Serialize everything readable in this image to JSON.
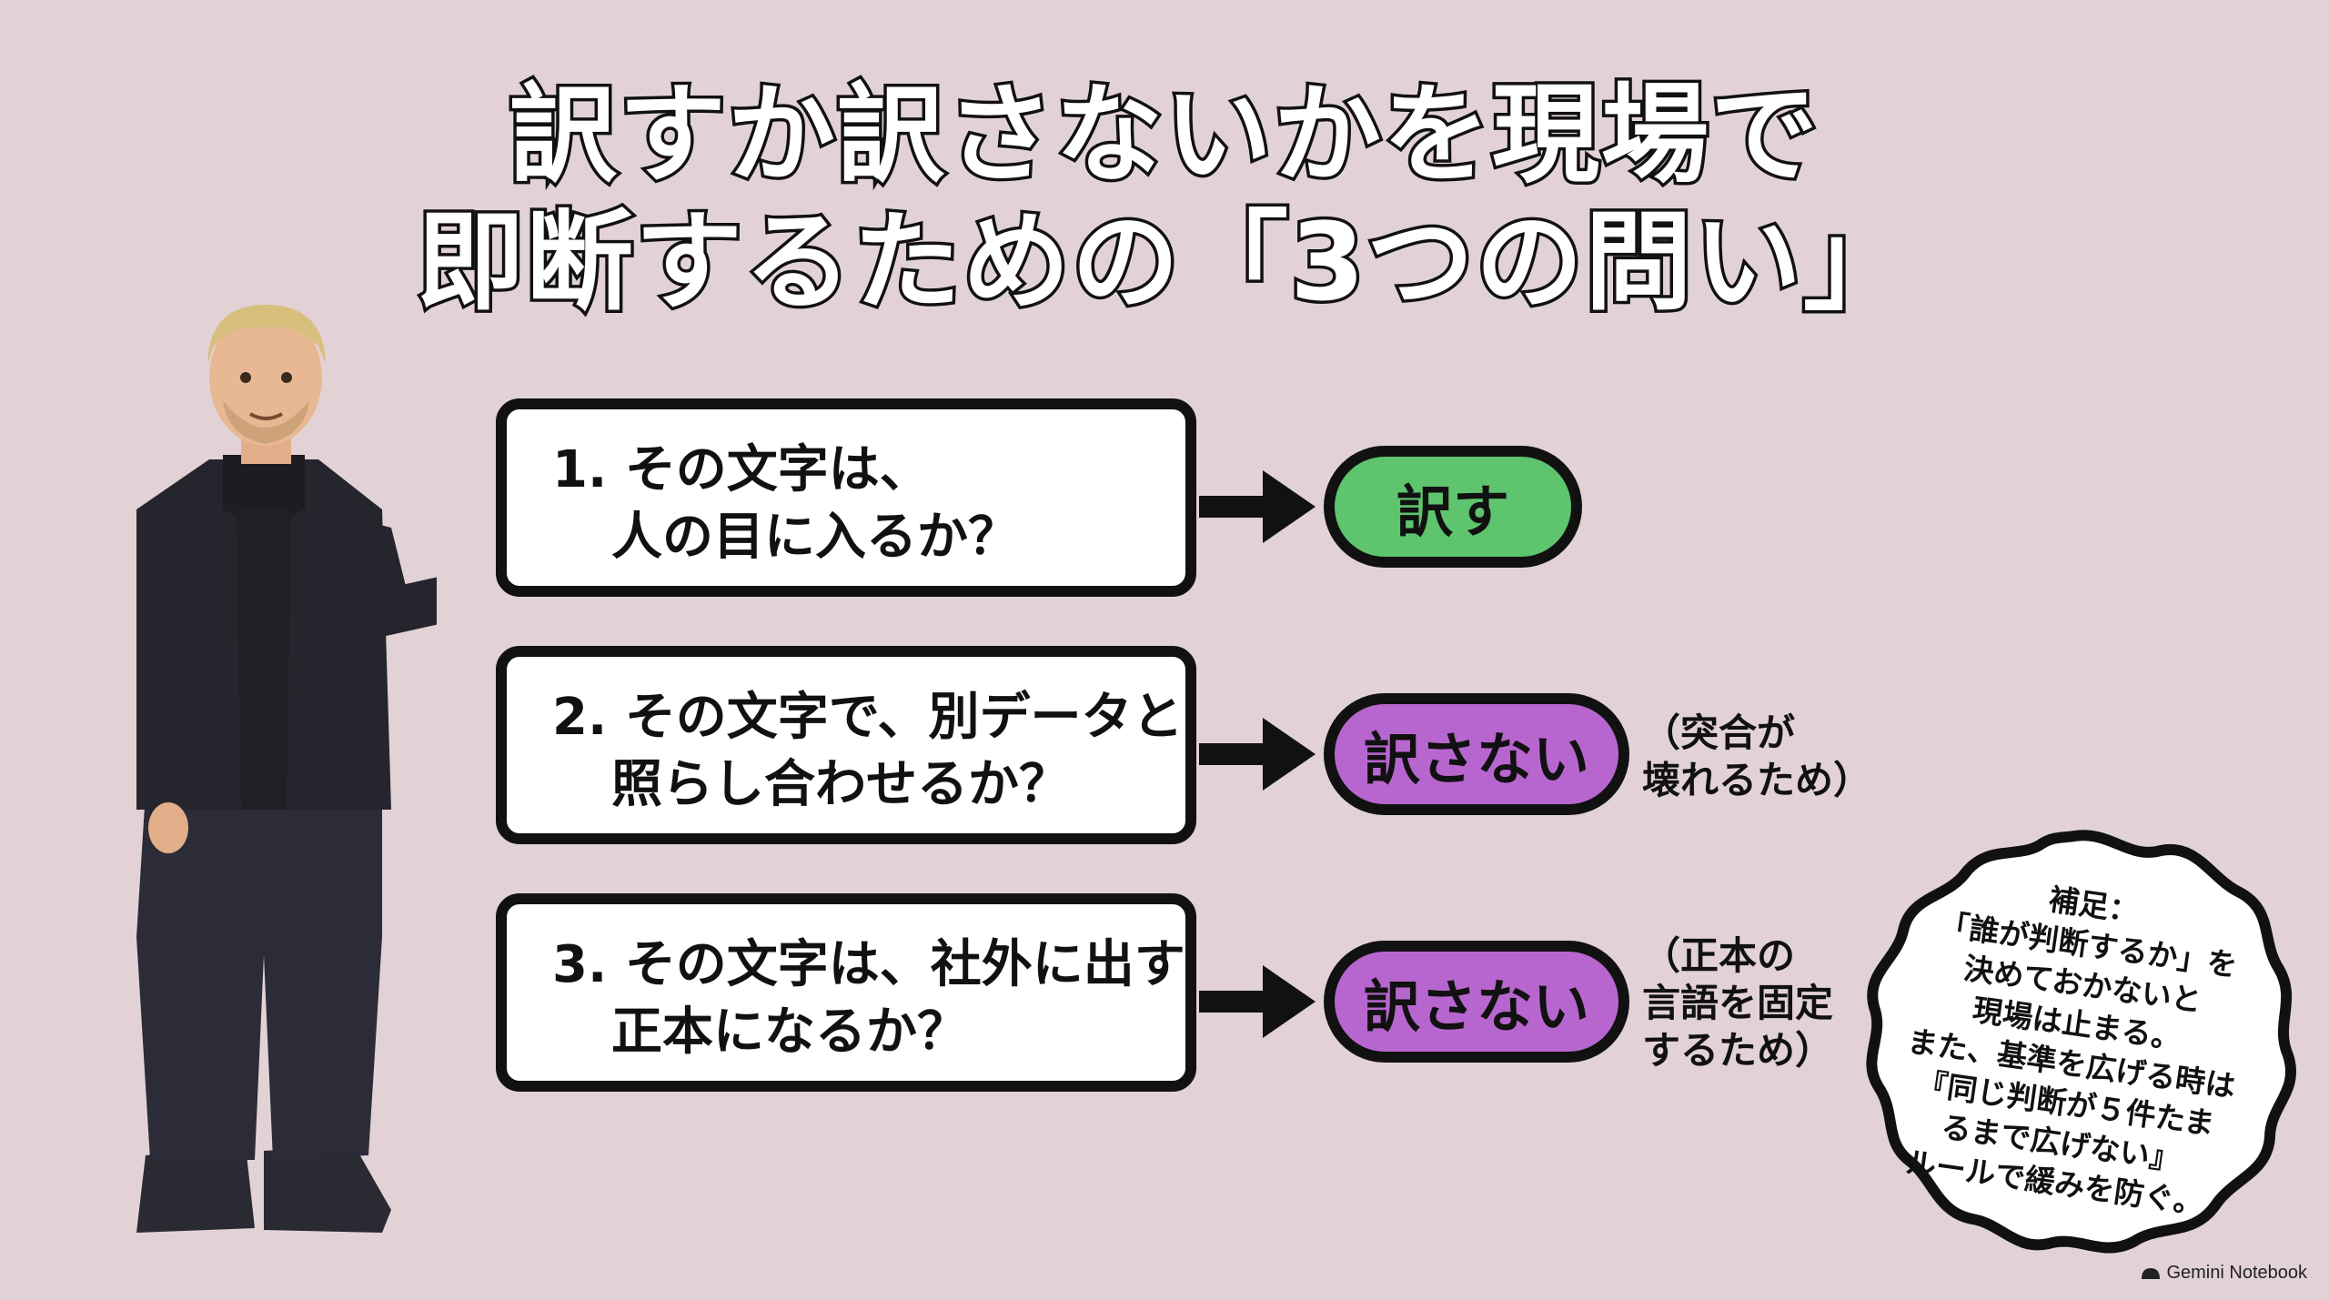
{
  "title": {
    "line1": "訳すか訳さないかを現場で",
    "line2": "即断するための「3つの問い」"
  },
  "questions": [
    {
      "line1": "1. その文字は、",
      "line2": "人の目に入るか？",
      "result": "訳す",
      "result_color": "#5ec46e",
      "note": ""
    },
    {
      "line1": "2. その文字で、別データと",
      "line2": "照らし合わせるか？",
      "result": "訳さない",
      "result_color": "#b866cf",
      "note": "（突合が\n壊れるため）"
    },
    {
      "line1": "3. その文字は、社外に出す",
      "line2": "正本になるか？",
      "result": "訳さない",
      "result_color": "#b866cf",
      "note": "（正本の\n言語を固定\nするため）"
    }
  ],
  "supplement": {
    "lines": [
      "補足：",
      "「誰が判断するか」を",
      "決めておかないと",
      "現場は止まる。",
      "また、基準を広げる時は",
      "『同じ判断が５件たま",
      "るまで広げない』",
      "ルールで緩みを防ぐ。"
    ]
  },
  "brand": {
    "name": "Gemini Notebook"
  },
  "colors": {
    "background": "#e2d2d6",
    "outline": "#111111"
  }
}
